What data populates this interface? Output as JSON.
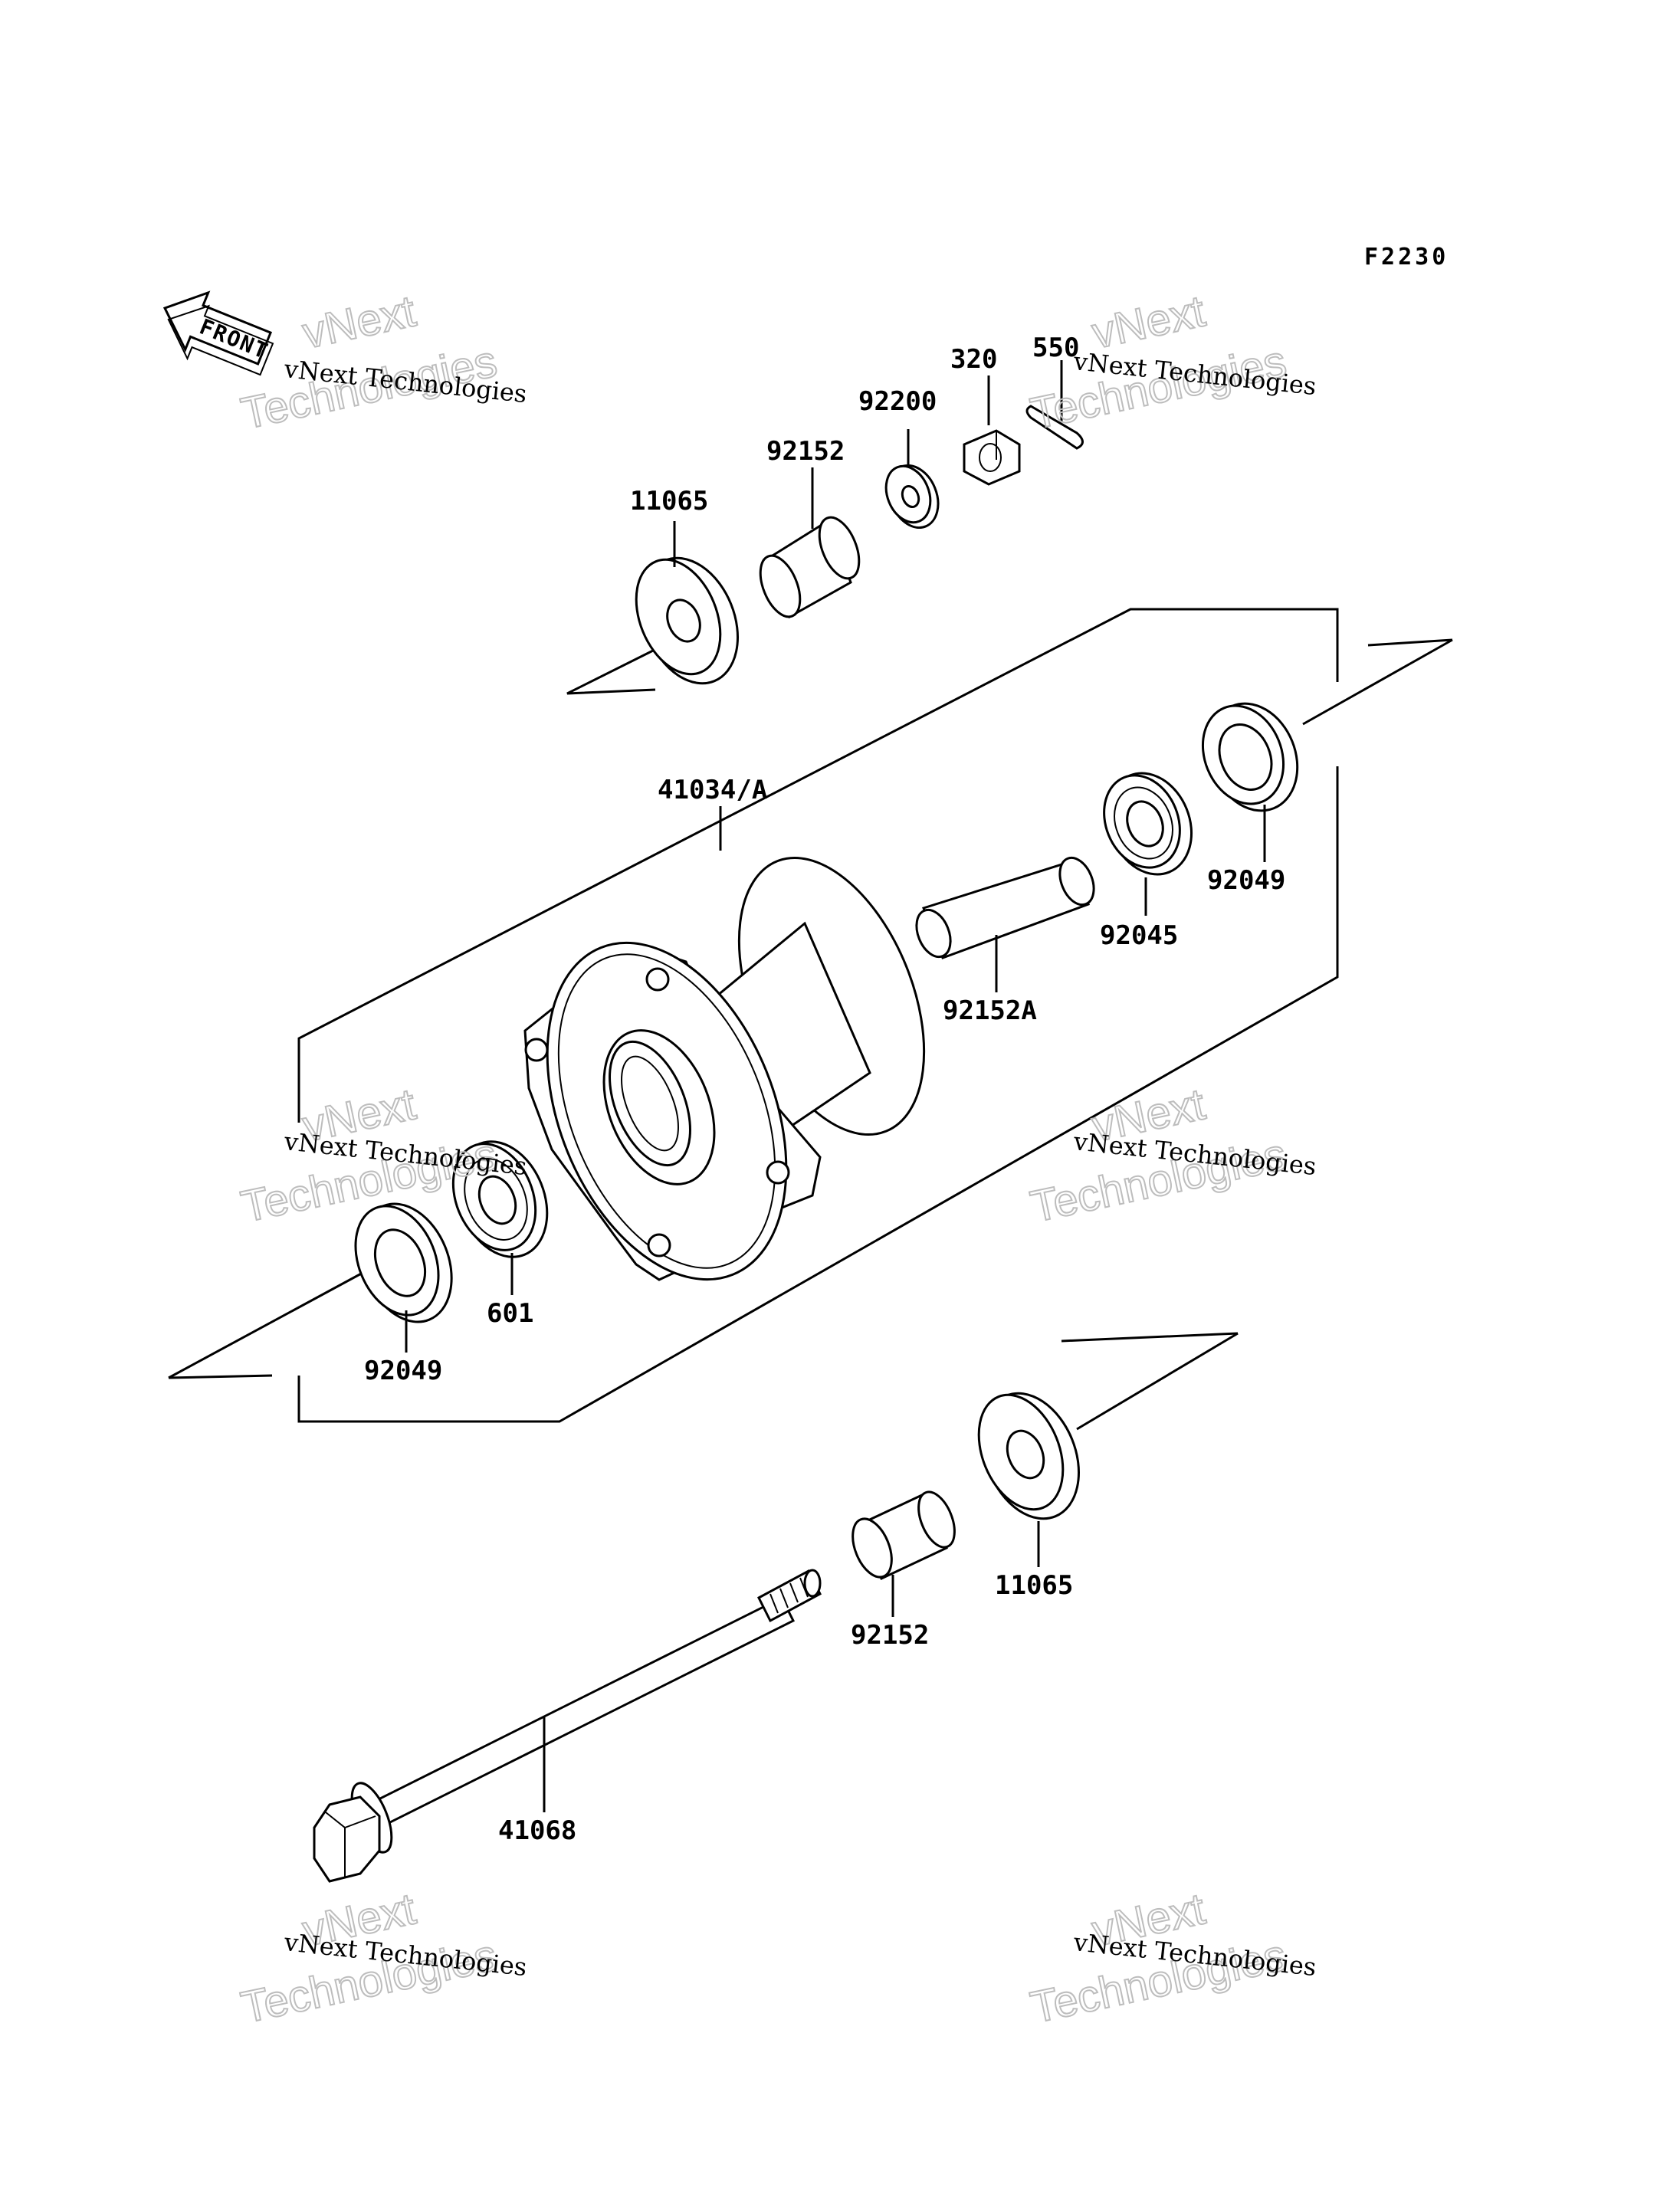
{
  "diagram_code": "F2230",
  "front_arrow_text": "FRONT",
  "watermark_company": "vNext Technologies",
  "watermark_line1": "vNext",
  "watermark_line2": "Technologies",
  "labels": {
    "p11065_top": "11065",
    "p92152_top": "92152",
    "p92200": "92200",
    "p320": "320",
    "p550": "550",
    "p41034A": "41034/A",
    "p92049_right": "92049",
    "p92045": "92045",
    "p92152A": "92152A",
    "p601": "601",
    "p92049_left": "92049",
    "p11065_bottom": "11065",
    "p92152_bottom": "92152",
    "p41068": "41068"
  }
}
